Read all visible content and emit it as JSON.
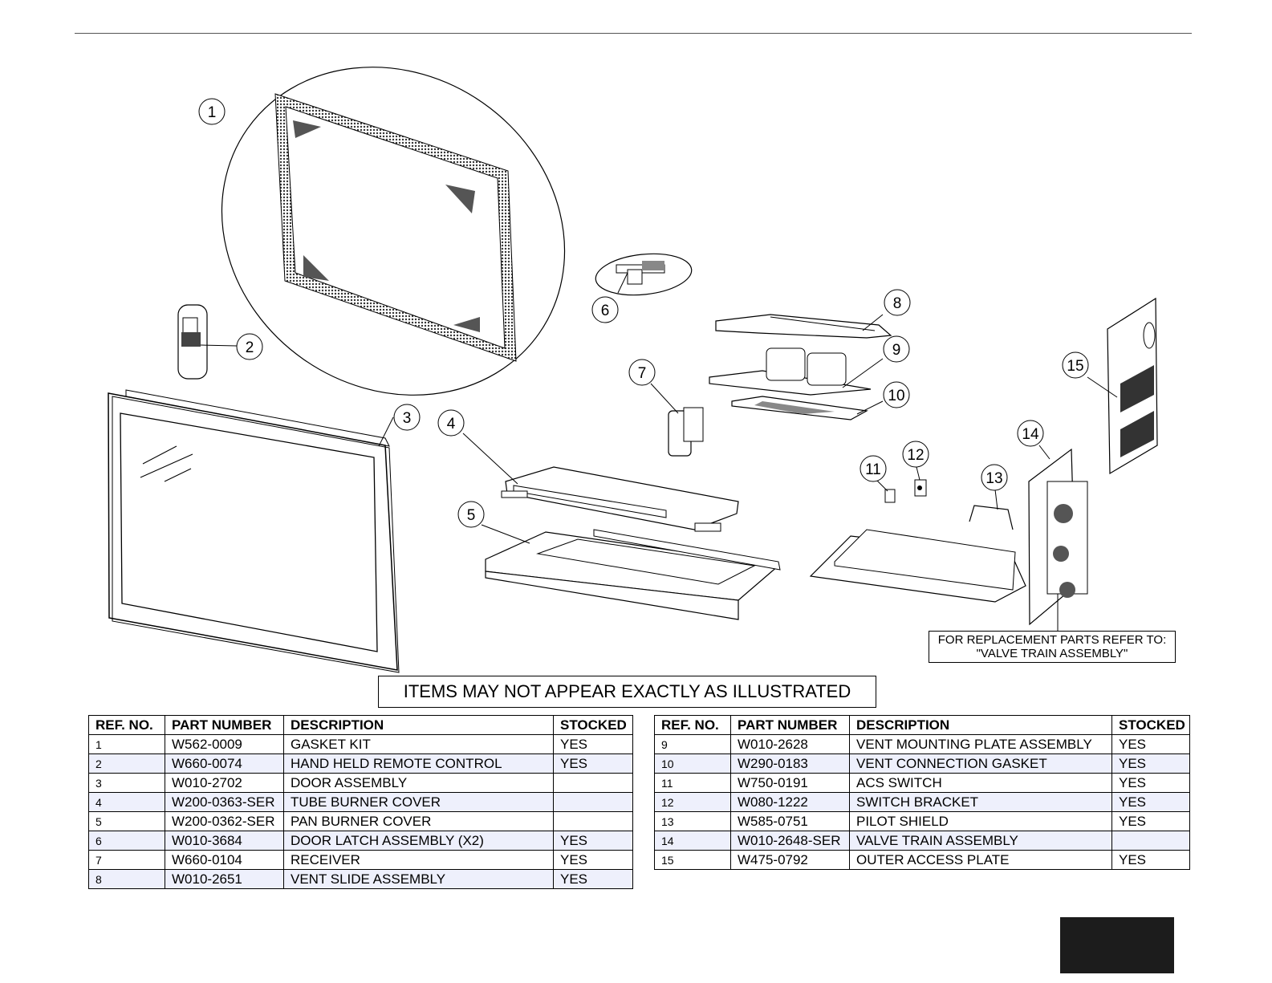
{
  "callouts": [
    "1",
    "2",
    "3",
    "4",
    "5",
    "6",
    "7",
    "8",
    "9",
    "10",
    "11",
    "12",
    "13",
    "14",
    "15"
  ],
  "note": {
    "line1": "FOR REPLACEMENT PARTS REFER TO:",
    "line2": "\"VALVE TRAIN ASSEMBLY\""
  },
  "disclaimer": "ITEMS MAY NOT APPEAR EXACTLY AS ILLUSTRATED",
  "table_headers": {
    "ref": "REF. NO.",
    "part": "PART NUMBER",
    "desc": "DESCRIPTION",
    "stocked": "STOCKED"
  },
  "parts_left": [
    {
      "ref": "1",
      "part": "W562-0009",
      "desc": "GASKET KIT",
      "stocked": "YES"
    },
    {
      "ref": "2",
      "part": "W660-0074",
      "desc": "HAND HELD REMOTE CONTROL",
      "stocked": "YES"
    },
    {
      "ref": "3",
      "part": "W010-2702",
      "desc": "DOOR ASSEMBLY",
      "stocked": ""
    },
    {
      "ref": "4",
      "part": "W200-0363-SER",
      "desc": "TUBE BURNER COVER",
      "stocked": ""
    },
    {
      "ref": "5",
      "part": "W200-0362-SER",
      "desc": "PAN BURNER COVER",
      "stocked": ""
    },
    {
      "ref": "6",
      "part": "W010-3684",
      "desc": "DOOR LATCH ASSEMBLY (X2)",
      "stocked": "YES"
    },
    {
      "ref": "7",
      "part": "W660-0104",
      "desc": "RECEIVER",
      "stocked": "YES"
    },
    {
      "ref": "8",
      "part": "W010-2651",
      "desc": "VENT SLIDE ASSEMBLY",
      "stocked": "YES"
    }
  ],
  "parts_right": [
    {
      "ref": "9",
      "part": "W010-2628",
      "desc": "VENT MOUNTING PLATE ASSEMBLY",
      "stocked": "YES"
    },
    {
      "ref": "10",
      "part": "W290-0183",
      "desc": "VENT CONNECTION GASKET",
      "stocked": "YES"
    },
    {
      "ref": "11",
      "part": "W750-0191",
      "desc": "ACS SWITCH",
      "stocked": "YES"
    },
    {
      "ref": "12",
      "part": "W080-1222",
      "desc": "SWITCH BRACKET",
      "stocked": "YES"
    },
    {
      "ref": "13",
      "part": "W585-0751",
      "desc": "PILOT SHIELD",
      "stocked": "YES"
    },
    {
      "ref": "14",
      "part": "W010-2648-SER",
      "desc": "VALVE TRAIN ASSEMBLY",
      "stocked": ""
    },
    {
      "ref": "15",
      "part": "W475-0792",
      "desc": "OUTER ACCESS PLATE",
      "stocked": "YES"
    }
  ]
}
